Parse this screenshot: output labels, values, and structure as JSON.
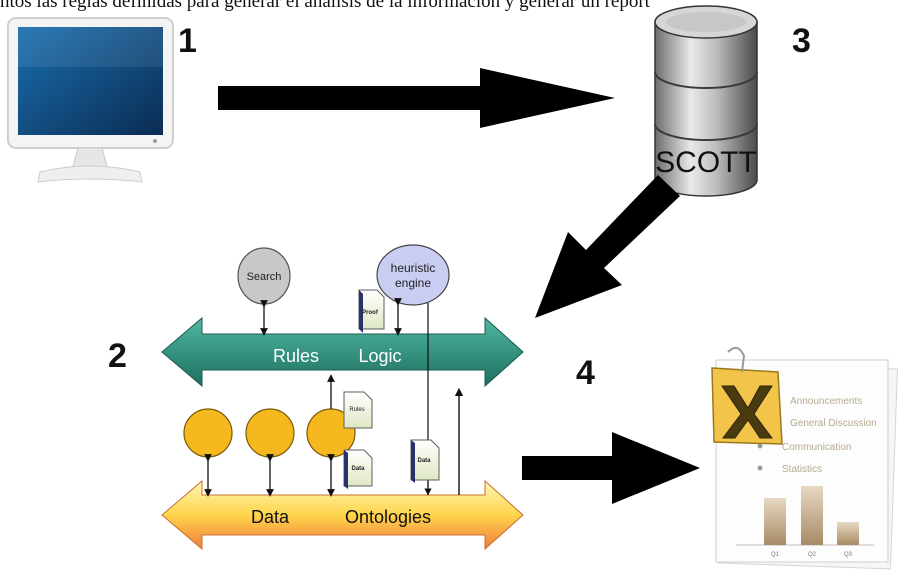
{
  "caption": "ntos las reglas definidas para generar el análisis de la información y generar un report",
  "steps": {
    "one": "1",
    "two": "2",
    "three": "3",
    "four": "4"
  },
  "database": {
    "label": "SCOTT"
  },
  "logic_layer": {
    "rules_label": "Rules",
    "logic_label": "Logic"
  },
  "data_layer": {
    "data_label": "Data",
    "ontologies_label": "Ontologies"
  },
  "nodes": {
    "search": "Search",
    "heuristic_line1": "heuristic",
    "heuristic_line2": "engine"
  },
  "documents": {
    "proof": "Proof",
    "rules": "Rules",
    "data_left": "Data",
    "data_right": "Data"
  },
  "report": {
    "lines": [
      "Announcements",
      "General Discussion",
      "Communication",
      "Statistics"
    ],
    "bar_labels": [
      "Q1",
      "Q2",
      "Q3"
    ]
  },
  "colors": {
    "logic_band": "#2e8b7a",
    "data_band_top": "#fff2a8",
    "data_band_bottom": "#f08a4b",
    "agent_circle": "#f5b81f",
    "search_node": "#c8c8c8",
    "heuristic_node": "#c9cdf2",
    "arrow": "#000000"
  }
}
